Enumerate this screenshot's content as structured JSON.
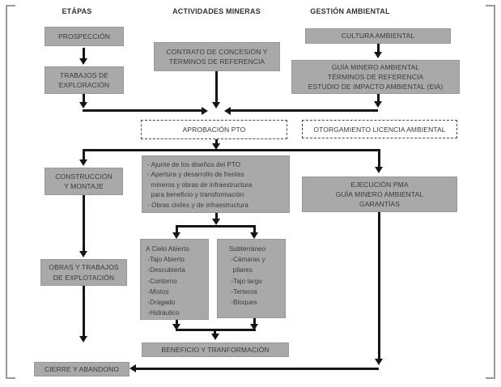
{
  "columns": [
    {
      "label": "ETÁPAS"
    },
    {
      "label": "ACTIVIDADES MINERAS"
    },
    {
      "label": "GESTIÓN AMBIENTAL"
    }
  ],
  "nodes": {
    "prospeccion": "PROSPECCIÓN",
    "trabajos_exploracion": "TRABAJOS DE\nEXPLORACIÓN",
    "contrato": "CONTRATO DE CONCESIÓN Y\nTÉRMINOS DE REFERENCIA",
    "cultura_ambiental": "CULTURA AMBIENTAL",
    "guia_minero": "GUÍA MINERO AMBIENTAL\nTÉRMINOS DE REFERENCIA\nESTUDIO DE IMPACTO AMBIENTAL (EIA)",
    "aprobacion_pto": "APROBACIÓN PTO",
    "otorgamiento_licencia": "OTORGAMIENTO LICENCIA AMBIENTAL",
    "construccion_montaje": "CONSTRUCCIÓN\nY MONTAJE",
    "actividades_pto": "- Ajunte de los diseños del PTO\n- Apertura y desarrollo de frentes\n  mineros y obras de infraestructura\n  para beneficio y transformación\n- Obras civiles y de infraestructura",
    "ejecucion_pma": "EJECUCIÓN PMA\nGUÍA MINERO AMBIENTAL\nGARANTÍAS",
    "obras_explotacion": "OBRAS Y TRABAJOS\nDE EXPLOTACIÓN",
    "cielo_abierto": "A Cielo Abierto\n -Tajo Abierto\n -Descubierta\n -Contorno\n -Mixtos\n -Dragado\n -Hidráulico",
    "subterraneo": "Subterráneo\n -Cámaras y\n  pilares\n -Tajo largo\n -Terteros\n -Bloques",
    "beneficio": "BENEFICIO Y TRANFORMACIÓN",
    "cierre": "CIERRE Y ABANDONO"
  },
  "colors": {
    "box_fill": "#a9a9a9",
    "box_border": "#979797",
    "text": "#333333",
    "arrow": "#151515",
    "frame": "#9a9a9a"
  }
}
